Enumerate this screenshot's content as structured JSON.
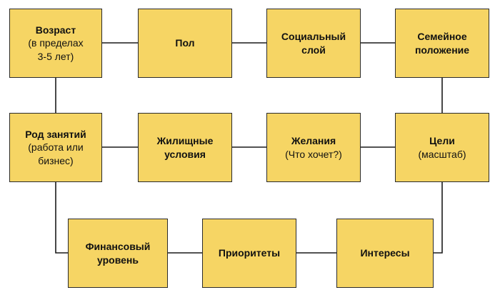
{
  "nodes": {
    "vozrast": {
      "title": "Возраст",
      "sub1": "(в пределах",
      "sub2": "3-5 лет)"
    },
    "pol": {
      "title": "Пол"
    },
    "sots": {
      "title1": "Социальный",
      "title2": "слой"
    },
    "semeynoe": {
      "title1": "Семейное",
      "title2": "положение"
    },
    "rod": {
      "title": "Род занятий",
      "sub1": "(работа или",
      "sub2": "бизнес)"
    },
    "zhil": {
      "title1": "Жилищные",
      "title2": "условия"
    },
    "zhel": {
      "title": "Желания",
      "sub": "(Что хочет?)"
    },
    "tseli": {
      "title": "Цели",
      "sub": "(масштаб)"
    },
    "fin": {
      "title1": "Финансовый",
      "title2": "уровень"
    },
    "prior": {
      "title": "Приоритеты"
    },
    "inter": {
      "title": "Интересы"
    }
  },
  "colors": {
    "box_fill": "#f6d564",
    "box_border": "#2b2b2b",
    "connector": "#1a1a1a"
  }
}
